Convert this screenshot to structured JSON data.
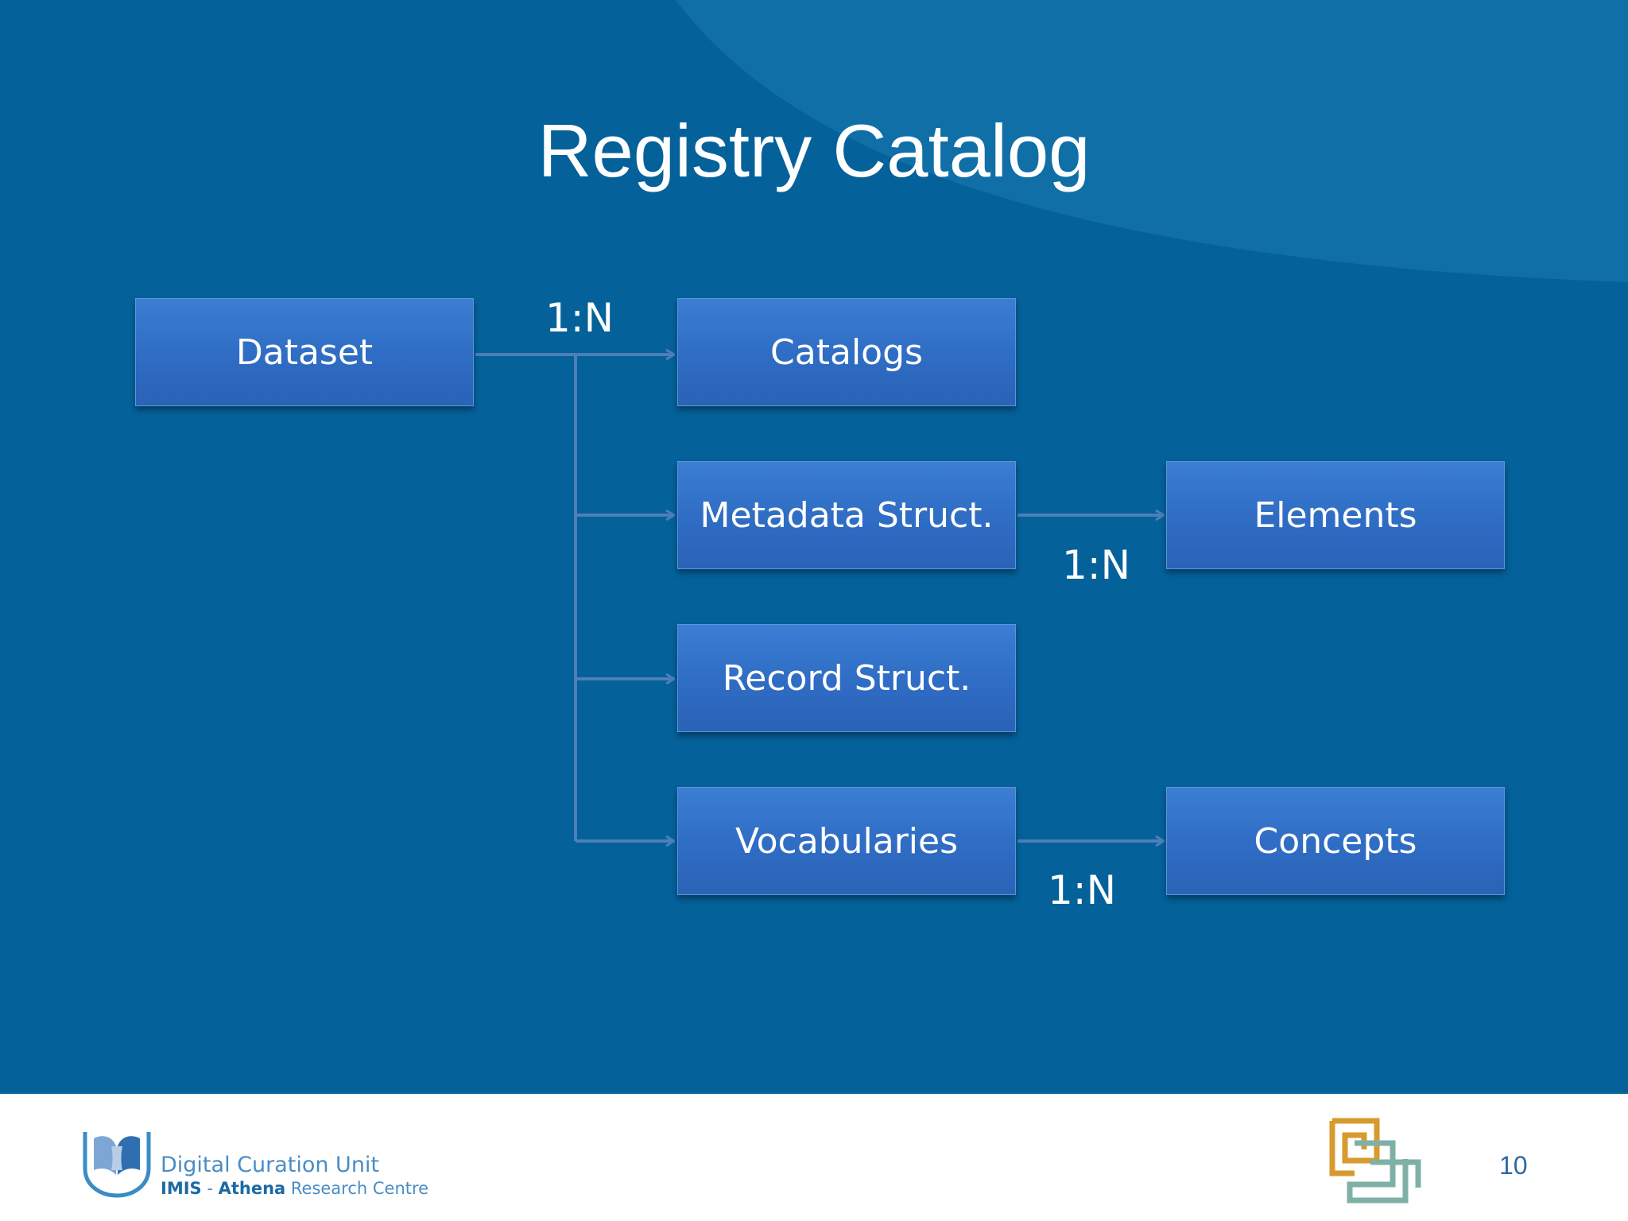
{
  "slide": {
    "title": "Registry Catalog",
    "background_color": "#04619a",
    "box_color": "#3474c9",
    "connector_color": "#4d7fb8"
  },
  "diagram": {
    "nodes": {
      "dataset": "Dataset",
      "catalogs": "Catalogs",
      "metadata_struct": "Metadata Struct.",
      "record_struct": "Record Struct.",
      "vocabularies": "Vocabularies",
      "elements": "Elements",
      "concepts": "Concepts"
    },
    "relations": [
      {
        "from": "Dataset",
        "to": [
          "Catalogs",
          "Metadata Struct.",
          "Record Struct.",
          "Vocabularies"
        ],
        "label": "1:N"
      },
      {
        "from": "Metadata Struct.",
        "to": [
          "Elements"
        ],
        "label": "1:N"
      },
      {
        "from": "Vocabularies",
        "to": [
          "Concepts"
        ],
        "label": "1:N"
      }
    ]
  },
  "footer": {
    "org_line1": "Digital Curation Unit",
    "org_imis": "IMIS",
    "org_sep": " - ",
    "org_athena": "Athena",
    "org_rest": " Research Centre",
    "page_number": "10"
  }
}
